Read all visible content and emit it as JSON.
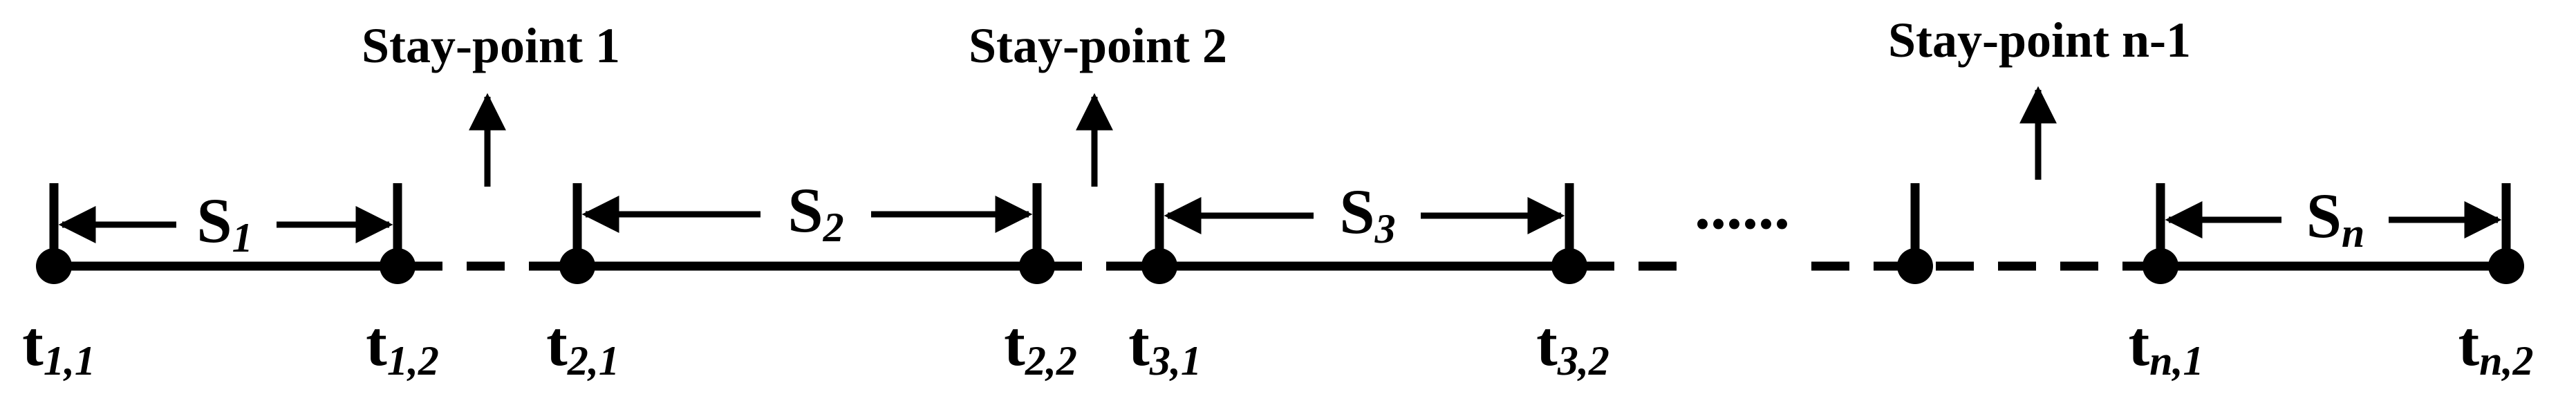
{
  "colors": {
    "ink": "#000000",
    "background": "#ffffff"
  },
  "segments": [
    {
      "letter": "S",
      "sub": "1"
    },
    {
      "letter": "S",
      "sub": "2"
    },
    {
      "letter": "S",
      "sub": "3"
    },
    {
      "letter": "S",
      "sub": "n"
    }
  ],
  "stay_points": [
    {
      "label": "Stay-point 1"
    },
    {
      "label": "Stay-point 2"
    },
    {
      "label": "Stay-point n-1"
    }
  ],
  "ellipsis": "......",
  "time_labels": [
    {
      "base": "t",
      "sub": "1,1"
    },
    {
      "base": "t",
      "sub": "1,2"
    },
    {
      "base": "t",
      "sub": "2,1"
    },
    {
      "base": "t",
      "sub": "2,2"
    },
    {
      "base": "t",
      "sub": "3,1"
    },
    {
      "base": "t",
      "sub": "3,2"
    },
    {
      "base": "t",
      "sub": "n,1"
    },
    {
      "base": "t",
      "sub": "n,2"
    }
  ]
}
